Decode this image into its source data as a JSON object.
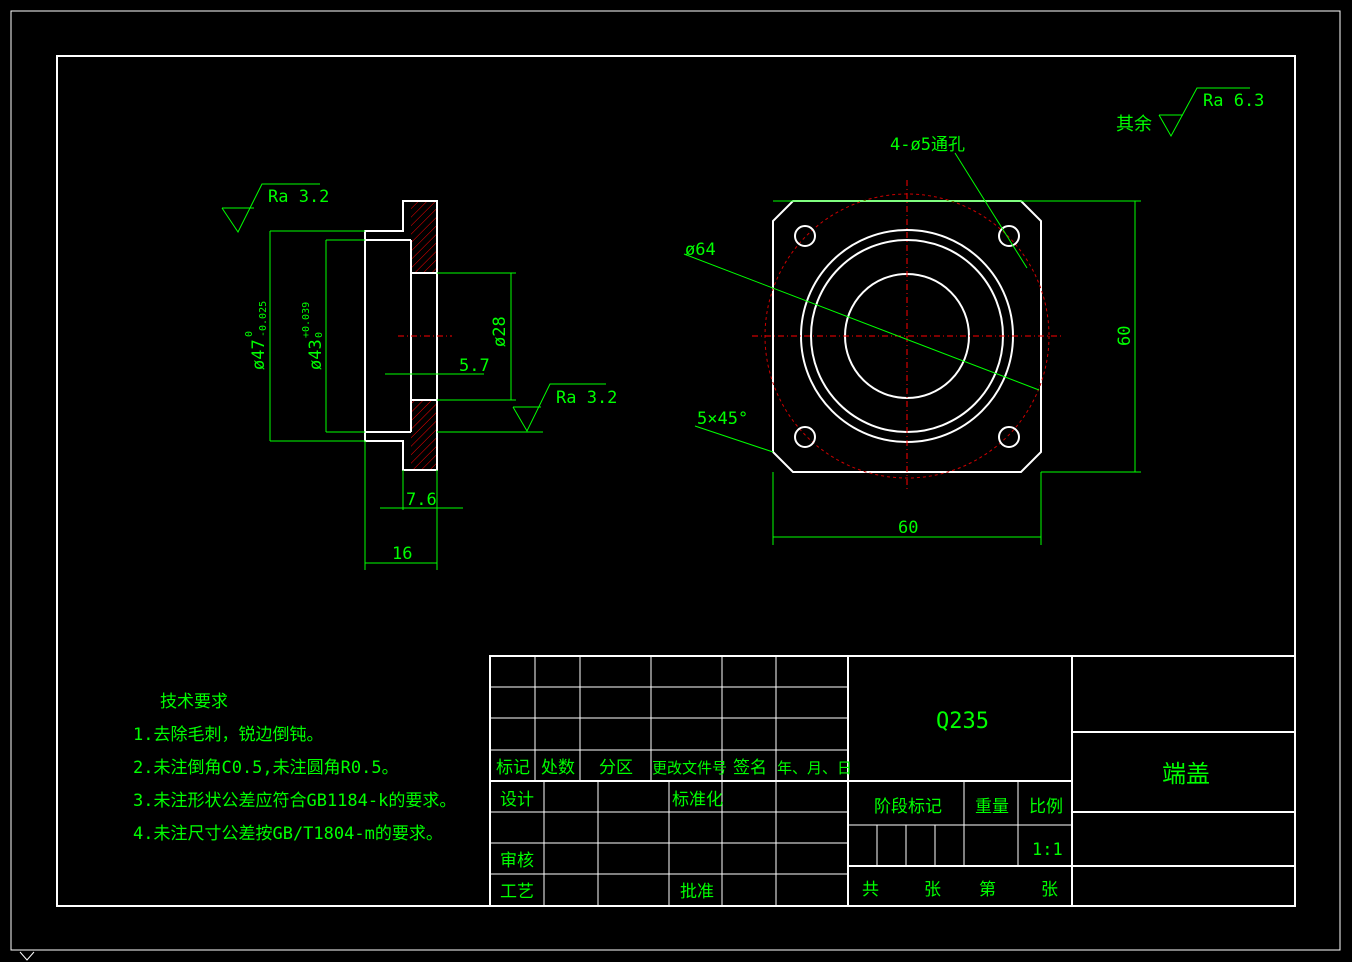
{
  "title_block": {
    "revision_headers": [
      "标记",
      "处数",
      "分区",
      "更改文件号",
      "签名",
      "年、月、日"
    ],
    "design_label": "设计",
    "standardization_label": "标准化",
    "review_label": "审核",
    "process_label": "工艺",
    "approve_label": "批准",
    "material": "Q235",
    "part_name": "端盖",
    "stage_mark_label": "阶段标记",
    "weight_label": "重量",
    "scale_label": "比例",
    "scale_value": "1:1",
    "total_label": "共",
    "sheets_label": "张",
    "sheet_no_label": "第",
    "sheet_label": "张"
  },
  "tech_requirements": {
    "heading": "技术要求",
    "items": [
      "1.去除毛刺，锐边倒钝。",
      "2.未注倒角C0.5,未注圆角R0.5。",
      "3.未注形状公差应符合GB1184-k的要求。",
      "4.未注尺寸公差按GB/T1804-m的要求。"
    ]
  },
  "annotations": {
    "roughness_other_prefix": "其余",
    "roughness_other": "Ra 6.3",
    "roughness_top": "Ra 3.2",
    "roughness_bottom": "Ra 3.2",
    "holes": "4-ø5通孔",
    "dia64": "ø64",
    "chamfer": "5×45°",
    "width60": "60",
    "height60": "60",
    "dia47": "ø47",
    "dia47_tol_upper": "0",
    "dia47_tol_lower": "-0.025",
    "dia43": "ø43",
    "dia43_tol_upper": "+0.039",
    "dia43_tol_lower": "0",
    "dia28": "ø28",
    "dim57": "5.7",
    "dim76": "7.6",
    "dim16": "16"
  }
}
